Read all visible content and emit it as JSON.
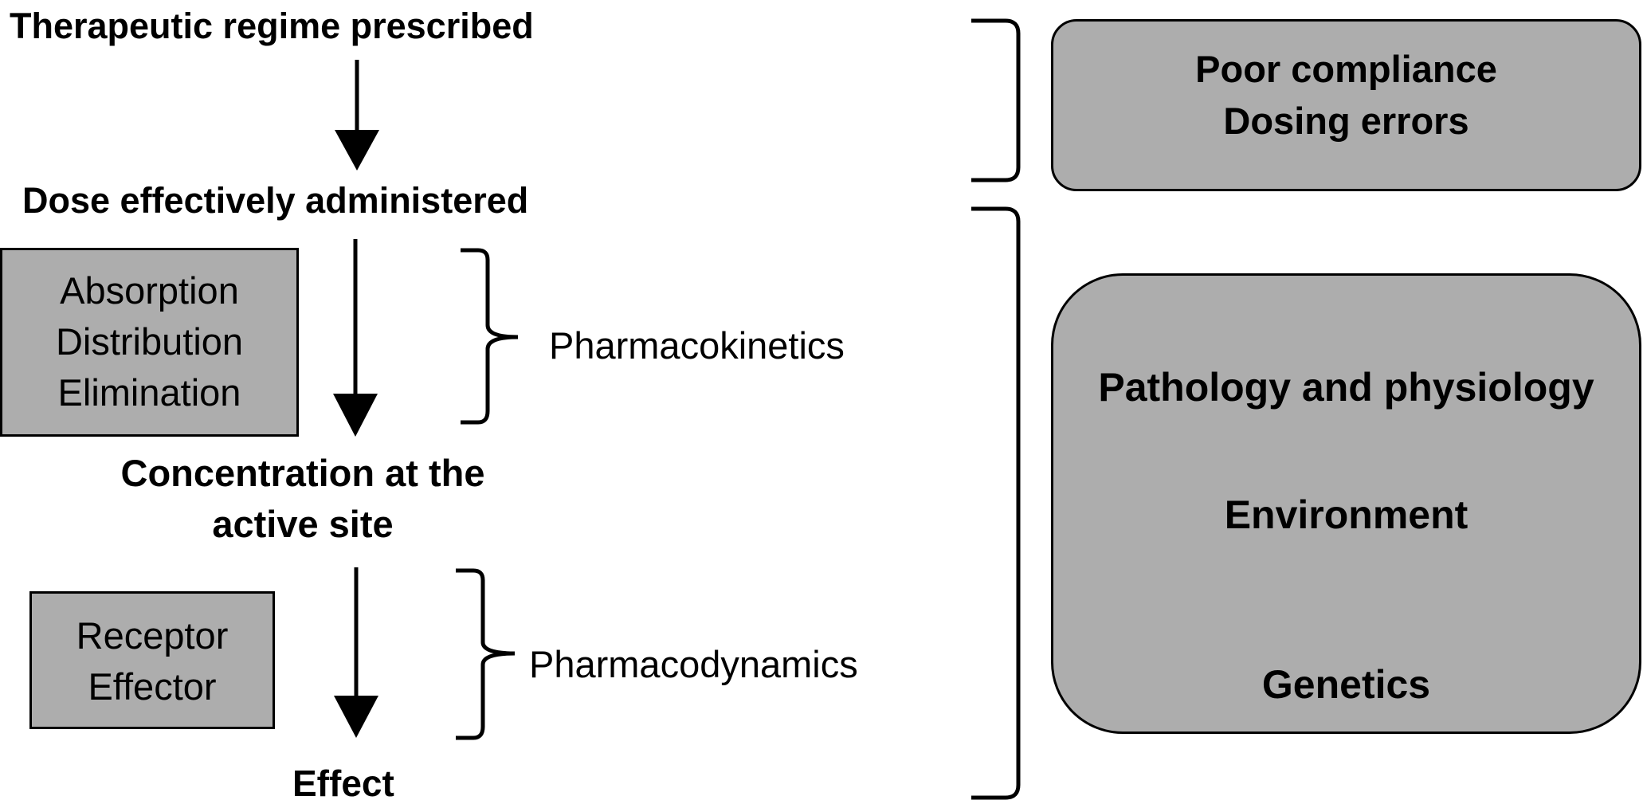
{
  "steps": {
    "regime": "Therapeutic regime prescribed",
    "dose": "Dose effectively administered",
    "concentration_line1": "Concentration at the",
    "concentration_line2": "active site",
    "effect": "Effect"
  },
  "left_boxes": {
    "pk": [
      "Absorption",
      "Distribution",
      "Elimination"
    ],
    "pd": [
      "Receptor",
      "Effector"
    ]
  },
  "brackets": {
    "pk_label": "Pharmacokinetics",
    "pd_label": "Pharmacodynamics"
  },
  "right_boxes": {
    "compliance": [
      "Poor compliance",
      "Dosing errors"
    ],
    "factors": [
      "Pathology and physiology",
      "Environment",
      "Genetics"
    ]
  },
  "colors": {
    "box_fill": "#adadad",
    "stroke": "#000000",
    "background": "#ffffff"
  }
}
